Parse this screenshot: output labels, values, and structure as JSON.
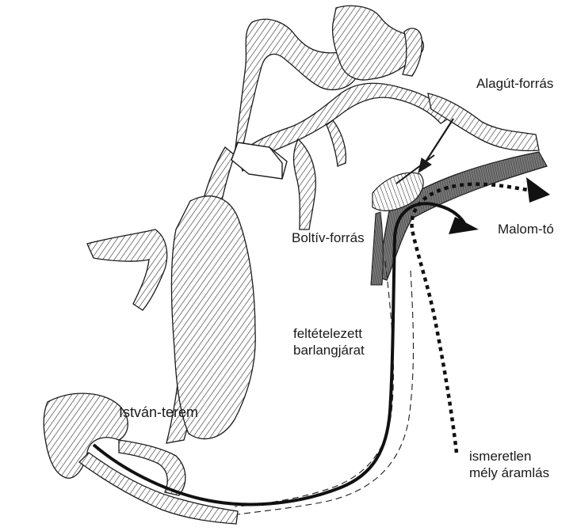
{
  "labels": {
    "alagut_forras": "Alagút-forrás",
    "boltiv_forras": "Boltív-forrás",
    "malom_to": "Malom-tó",
    "feltetelezett_line1": "feltételezett",
    "feltetelezett_line2": "barlangjárat",
    "istvan_terem": "István-terem",
    "ismeretlen_line1": "ismeretlen",
    "ismeretlen_line2": "mély áramlás"
  },
  "colors": {
    "ink": "#1a1a1a",
    "cave_fill": "#ffffff",
    "lake_fill": "#6e6e6e",
    "background": "#ffffff"
  }
}
